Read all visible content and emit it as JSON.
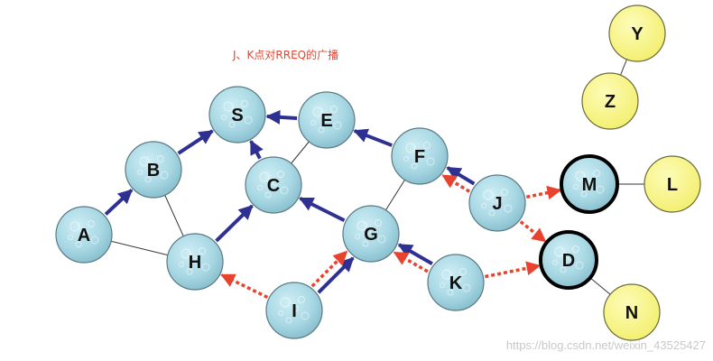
{
  "title": "J、K点对RREQ的广播",
  "watermark": "https://blog.csdn.net/weixin_43525427",
  "colors": {
    "node_fill": "#a8d8e4",
    "node_stroke": "#5a7a84",
    "highlight_fill": "#f7f48a",
    "thin_edge": "#333333",
    "forward_arrow": "#2e3192",
    "broadcast_arrow": "#e8432e"
  },
  "nodes": [
    {
      "id": "S",
      "label": "S",
      "style": "blue"
    },
    {
      "id": "E",
      "label": "E",
      "style": "blue"
    },
    {
      "id": "B",
      "label": "B",
      "style": "blue"
    },
    {
      "id": "C",
      "label": "C",
      "style": "blue"
    },
    {
      "id": "F",
      "label": "F",
      "style": "blue"
    },
    {
      "id": "A",
      "label": "A",
      "style": "blue"
    },
    {
      "id": "H",
      "label": "H",
      "style": "blue"
    },
    {
      "id": "G",
      "label": "G",
      "style": "blue"
    },
    {
      "id": "I",
      "label": "I",
      "style": "blue"
    },
    {
      "id": "J",
      "label": "J",
      "style": "blue"
    },
    {
      "id": "K",
      "label": "K",
      "style": "blue"
    },
    {
      "id": "M",
      "label": "M",
      "style": "blue-bold"
    },
    {
      "id": "D",
      "label": "D",
      "style": "blue-bold"
    },
    {
      "id": "Y",
      "label": "Y",
      "style": "yellow"
    },
    {
      "id": "Z",
      "label": "Z",
      "style": "yellow"
    },
    {
      "id": "L",
      "label": "L",
      "style": "yellow"
    },
    {
      "id": "N",
      "label": "N",
      "style": "yellow"
    }
  ],
  "edges": [
    {
      "from": "A",
      "to": "H",
      "kind": "link"
    },
    {
      "from": "B",
      "to": "H",
      "kind": "link"
    },
    {
      "from": "E",
      "to": "C",
      "kind": "link"
    },
    {
      "from": "F",
      "to": "G",
      "kind": "link"
    },
    {
      "from": "Y",
      "to": "Z",
      "kind": "link"
    },
    {
      "from": "M",
      "to": "L",
      "kind": "link"
    },
    {
      "from": "D",
      "to": "N",
      "kind": "link"
    },
    {
      "from": "A",
      "to": "B",
      "kind": "forward"
    },
    {
      "from": "B",
      "to": "S",
      "kind": "forward"
    },
    {
      "from": "E",
      "to": "S",
      "kind": "forward"
    },
    {
      "from": "C",
      "to": "S",
      "kind": "forward"
    },
    {
      "from": "F",
      "to": "E",
      "kind": "forward"
    },
    {
      "from": "H",
      "to": "C",
      "kind": "forward"
    },
    {
      "from": "G",
      "to": "C",
      "kind": "forward"
    },
    {
      "from": "I",
      "to": "G",
      "kind": "forward"
    },
    {
      "from": "J",
      "to": "F",
      "kind": "forward"
    },
    {
      "from": "K",
      "to": "G",
      "kind": "forward"
    },
    {
      "from": "I",
      "to": "H",
      "kind": "broadcast"
    },
    {
      "from": "I",
      "to": "G",
      "kind": "broadcast"
    },
    {
      "from": "J",
      "to": "F",
      "kind": "broadcast"
    },
    {
      "from": "J",
      "to": "M",
      "kind": "broadcast"
    },
    {
      "from": "J",
      "to": "D",
      "kind": "broadcast"
    },
    {
      "from": "K",
      "to": "G",
      "kind": "broadcast"
    },
    {
      "from": "K",
      "to": "D",
      "kind": "broadcast"
    }
  ]
}
